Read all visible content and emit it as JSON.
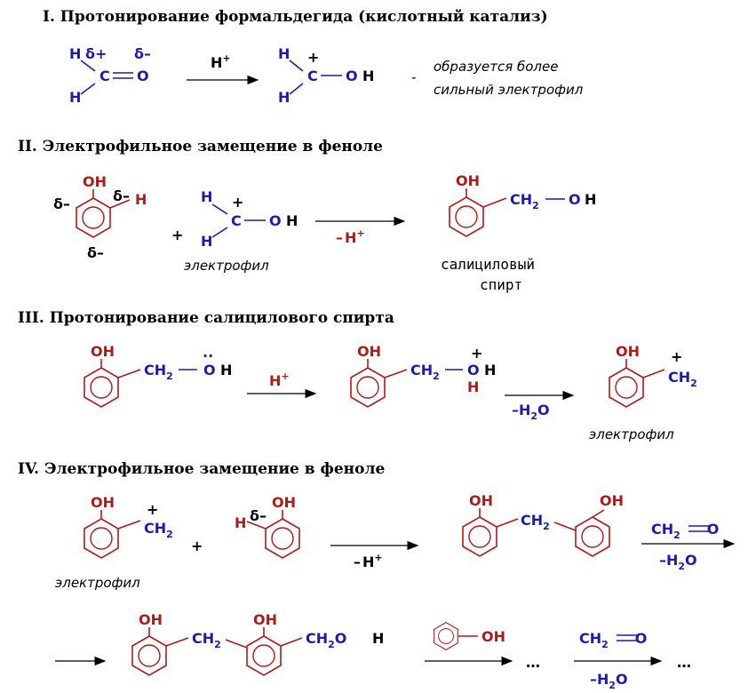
{
  "colors": {
    "ring": "#a81c1c",
    "reagent": "#1c1ca8",
    "text": "#000000"
  },
  "steps": [
    {
      "title": "I. Протонирование формальдегида (кислотный катализ)"
    },
    {
      "title": "II. Электрофильное замещение в феноле"
    },
    {
      "title": "III. Протонирование салицилового спирта"
    },
    {
      "title": "IV. Электрофильное замещение в феноле"
    }
  ],
  "step1": {
    "note_line1": "образуется более",
    "note_line2": "сильный электрофил",
    "dash": "-"
  },
  "labels": {
    "electrophile": "электрофил",
    "salicyl_line1": "салициловый",
    "salicyl_line2": "спирт",
    "ellipsis": "…"
  },
  "atoms": {
    "H": "H",
    "C": "C",
    "O": "O",
    "OH": "OH",
    "H2": "H",
    "d_plus": "δ+",
    "d_minus": "δ–",
    "plus": "+",
    "minus": "–",
    "CH2": "CH",
    "two": "2",
    "OH_tail": "O",
    "colon_dots": "··"
  }
}
